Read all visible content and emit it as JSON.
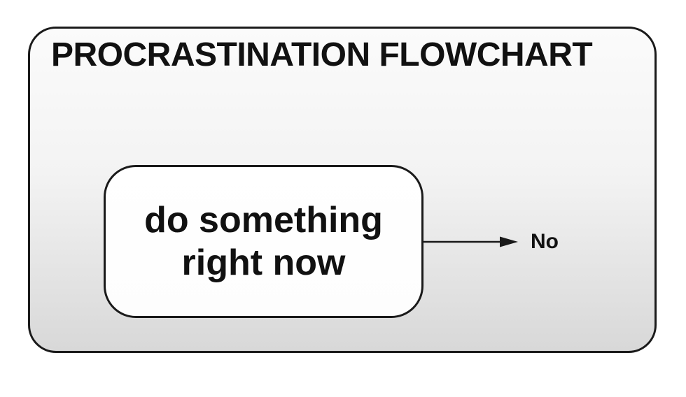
{
  "diagram": {
    "title": "PROCRASTINATION FLOWCHART",
    "node": {
      "lines": [
        "do something",
        "right now"
      ]
    },
    "edge": {
      "label": "No",
      "direction": "right"
    },
    "colors": {
      "page_background": "#ffffff",
      "outline": "#1a1a1a",
      "frame_fill_top": "#fbfbfb",
      "frame_fill_bottom": "#d8d8d8",
      "node_fill": "#ffffff",
      "text": "#111111"
    }
  }
}
